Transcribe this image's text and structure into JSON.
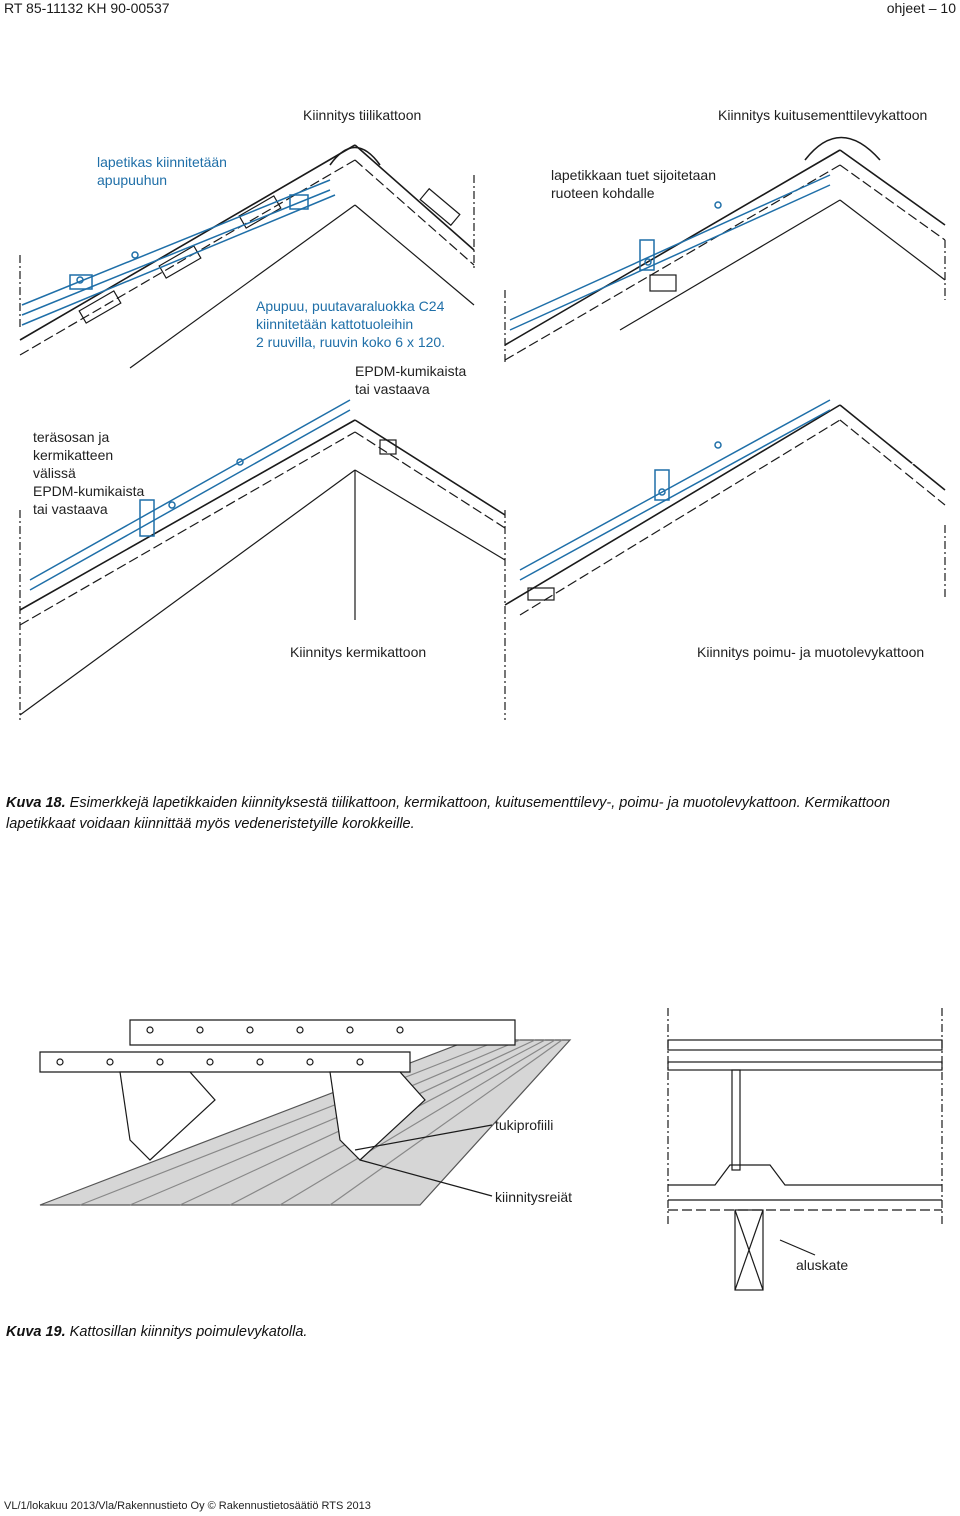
{
  "header": {
    "doc_code": "RT 85-11132   KH 90-00537",
    "section": "ohjeet  –  10"
  },
  "figure18": {
    "titles": {
      "tile_roof": "Kiinnitys tiilikattoon",
      "fiber_cement_roof": "Kiinnitys kuitusementtilevykattoon",
      "sheet_metal_roof": "Kiinnitys kermikattoon",
      "corrugated_roof": "Kiinnitys poimu- ja muotolevykattoon"
    },
    "annotations": {
      "apupuu_line1": "lapetikas kiinnitetään",
      "apupuu_line2": "apupuuhun",
      "ridge_line1": "lapetikkaan tuet sijoitetaan",
      "ridge_line2": "ruoteen kohdalle",
      "batten_line1": "Apupuu, puutavaraluokka C24",
      "batten_line2": "kiinnitetään kattotuoleihin",
      "batten_line3": "2 ruuvilla, ruuvin koko  6 x 120.",
      "epdm_line1": "EPDM-kumikaista",
      "epdm_line2": "tai vastaava",
      "steel_line1": "teräsosan ja",
      "steel_line2": "kermikatteen",
      "steel_line3": "välissä",
      "steel_line4": "EPDM-kumikaista",
      "steel_line5": "tai vastaava"
    },
    "caption_label": "Kuva 18.",
    "caption_line1": " Esimerkkejä lapetikkaiden kiinnityksestä tiilikattoon, kermikattoon, kuitusementtilevy-, poimu- ja muotolevykattoon. Kermikattoon",
    "caption_line2": "lapetikkaat voidaan kiinnittää myös vedeneristetyille korokkeille."
  },
  "figure19": {
    "labels": {
      "support_profile": "tukiprofiili",
      "mounting_holes": "kiinnitysreiät",
      "underlay": "aluskate"
    },
    "caption_label": "Kuva 19.",
    "caption_text": " Kattosillan kiinnitys poimulevykatolla."
  },
  "footer": {
    "text": "VL/1/lokakuu 2013/Vla/Rakennustieto Oy   © Rakennustietosäätiö RTS 2013"
  },
  "colors": {
    "ladder_blue": "#1f6fa8",
    "line_dark": "#1a1a1a",
    "corrugated_gray": "#cfcfcf"
  }
}
